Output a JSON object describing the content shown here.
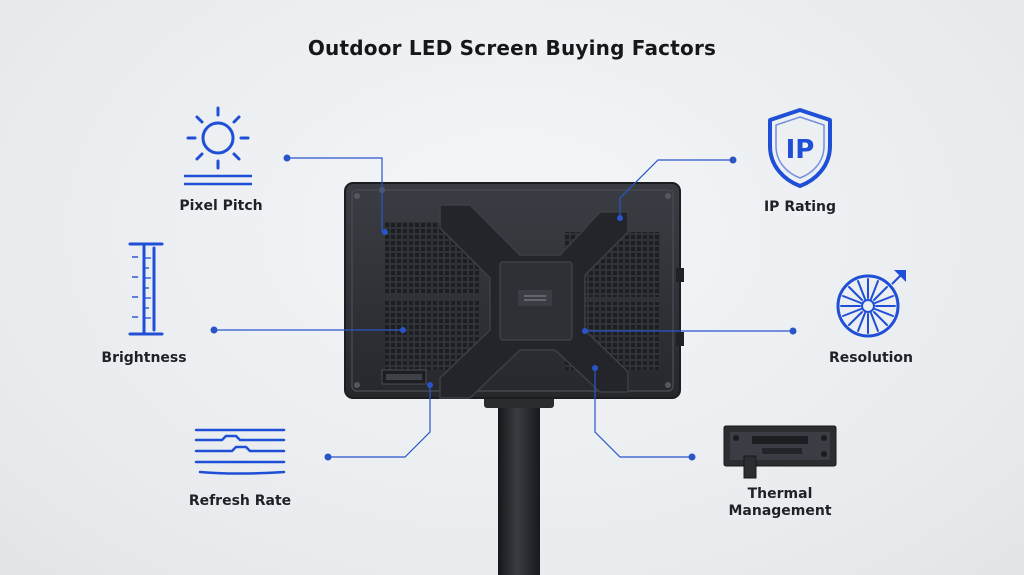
{
  "title": "Outdoor LED Screen Buying Factors",
  "factors": [
    {
      "label": "Pixel Pitch",
      "icon": "sun-icon"
    },
    {
      "label": "IP Rating",
      "icon": "shield-ip-icon",
      "badge": "IP"
    },
    {
      "label": "Brightness",
      "icon": "gauge-scale-icon"
    },
    {
      "label": "Resolution",
      "icon": "radial-fan-icon"
    },
    {
      "label": "Refresh Rate",
      "icon": "refresh-lines-icon"
    },
    {
      "label": "Thermal Management",
      "label_line1": "Thermal",
      "label_line2": "Management",
      "icon": "heatsink-bracket-icon"
    }
  ],
  "colors": {
    "accent": "#1f4fd6",
    "cabinet": "#2b2e33",
    "background": "#eceff2"
  }
}
